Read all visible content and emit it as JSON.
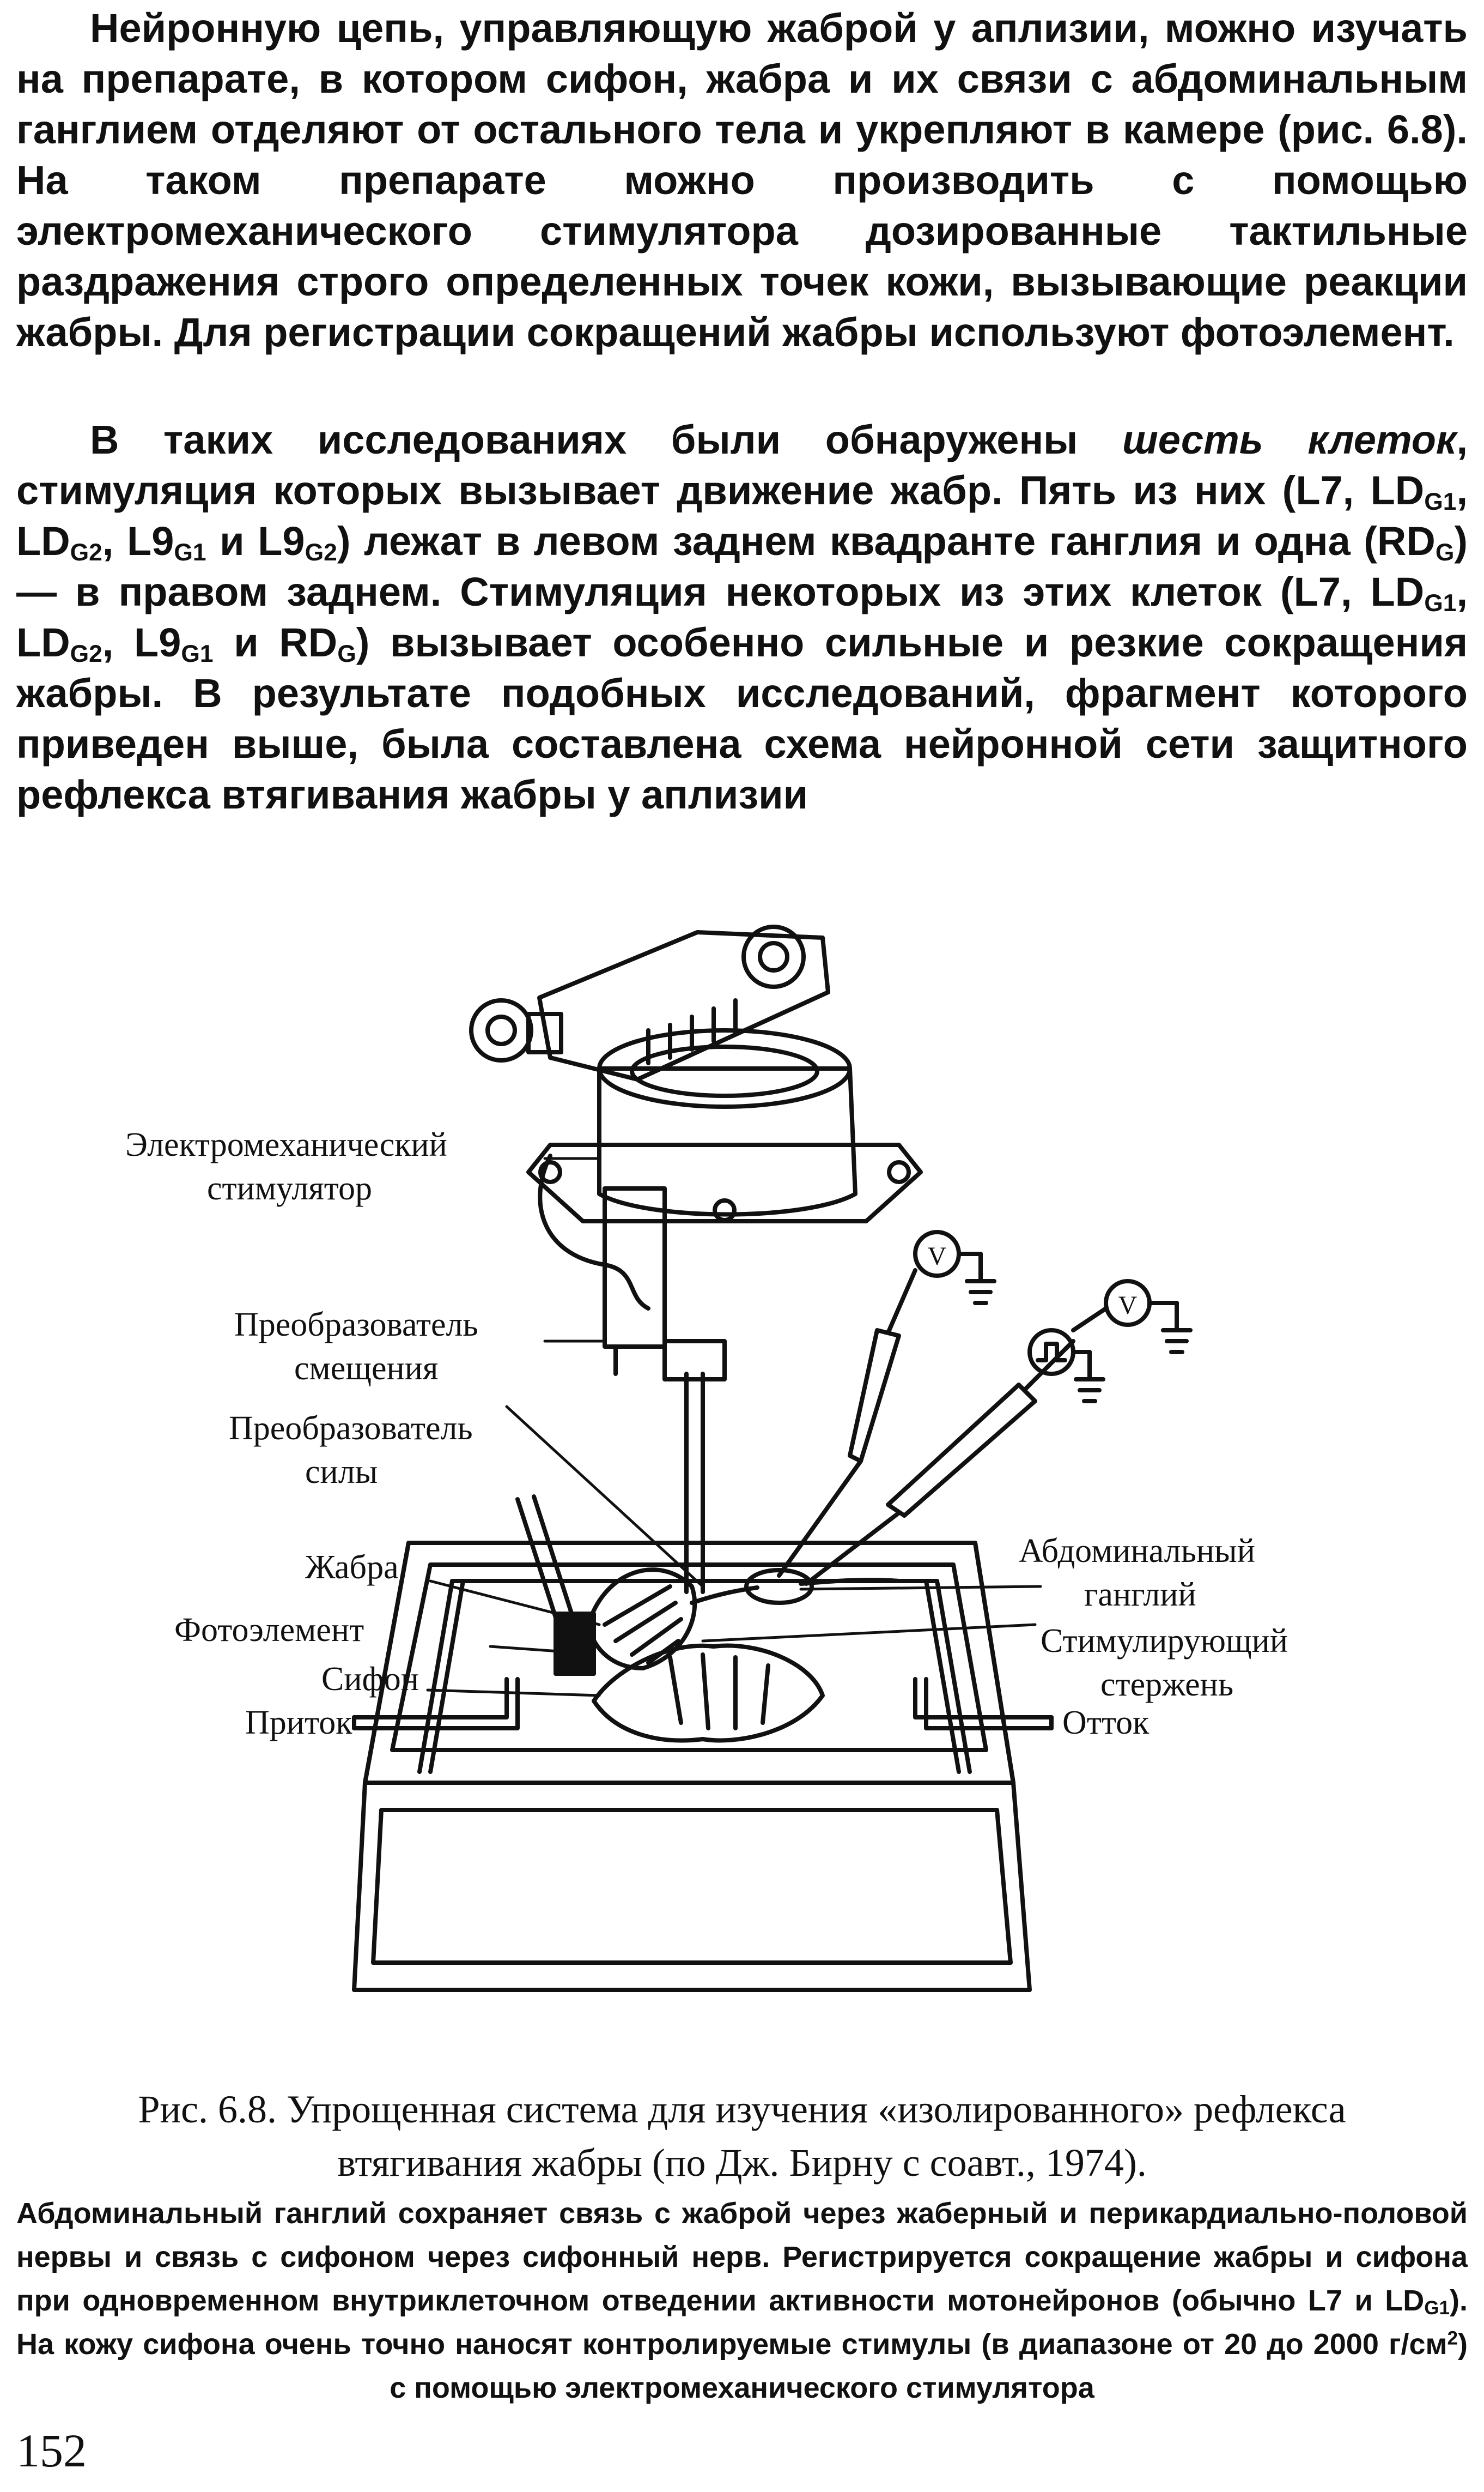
{
  "page": {
    "paragraph1": "Нейронную цепь, управляющую жаброй у аплизии, можно изучать на препарате, в котором сифон, жабра и их связи с абдоминальным ганглием отделяют от остального тела и укрепляют в камере (рис. 6.8). На таком препарате можно производить с помощью электромеханического стимулятора дозированные тактильные раздражения строго определенных точек кожи, вызывающие реакции жабры. Для регистрации сокращений жабры используют фотоэлемент.",
    "paragraph2": {
      "lead": "В таких исследованиях были обнаружены ",
      "emphasis": "шесть клеток",
      "t1": ", стимуляция которых вызывает движение жабр. Пять из них (L7, LD",
      "s1": "G1",
      "t2": ", LD",
      "s2": "G2",
      "t3": ", L9",
      "s3": "G1",
      "t4": " и L9",
      "s4": "G2",
      "t5": ") лежат в левом заднем квадранте ганглия и одна (RD",
      "s5": "G",
      "t6": ") — в правом заднем. Стимуляция некоторых из этих клеток (L7, LD",
      "s6": "G1",
      "t7": ", LD",
      "s7": "G2",
      "t8": ", L9",
      "s8": "G1",
      "t9": " и RD",
      "s9": "G",
      "t10": ") вызывает особенно сильные и резкие сокращения жабры. В результате подобных исследований, фрагмент которого приведен выше, была составлена схема нейронной сети защитного рефлекса втягивания жабры у аплизии"
    },
    "figure_labels": {
      "stimulator_1": "Электромеханический",
      "stimulator_2": "стимулятор",
      "displacement_1": "Преобразователь",
      "displacement_2": "смещения",
      "force_1": "Преобразователь",
      "force_2": "силы",
      "gill": "Жабра",
      "photocell": "Фотоэлемент",
      "siphon": "Сифон",
      "inflow": "Приток",
      "ganglion_1": "Абдоминальный",
      "ganglion_2": "ганглий",
      "rod_1": "Стимулирующий",
      "rod_2": "стержень",
      "outflow": "Отток",
      "voltmeter": "V"
    },
    "caption": {
      "line1": "Рис. 6.8. Упрощенная система для изучения «изолированного» рефлекса",
      "line2": "втягивания жабры (по Дж. Бирну с соавт., 1974)."
    },
    "legend": {
      "t1": "Абдоминальный ганглий сохраняет связь с жаброй через жаберный и перикардиально-половой нервы и связь с сифоном через сифонный нерв. Регистрируется сокращение жабры и сифона при одновременном внутриклеточном отведении активности мотонейронов (обычно L7 и LD",
      "s1": "G1",
      "t2": "). На кожу сифона очень точно наносят контролируемые стимулы (в диапазоне от 20 до 2000 г/см",
      "sup": "2",
      "t3": ") с помощью электромеханического стимулятора"
    },
    "page_number": "152"
  }
}
